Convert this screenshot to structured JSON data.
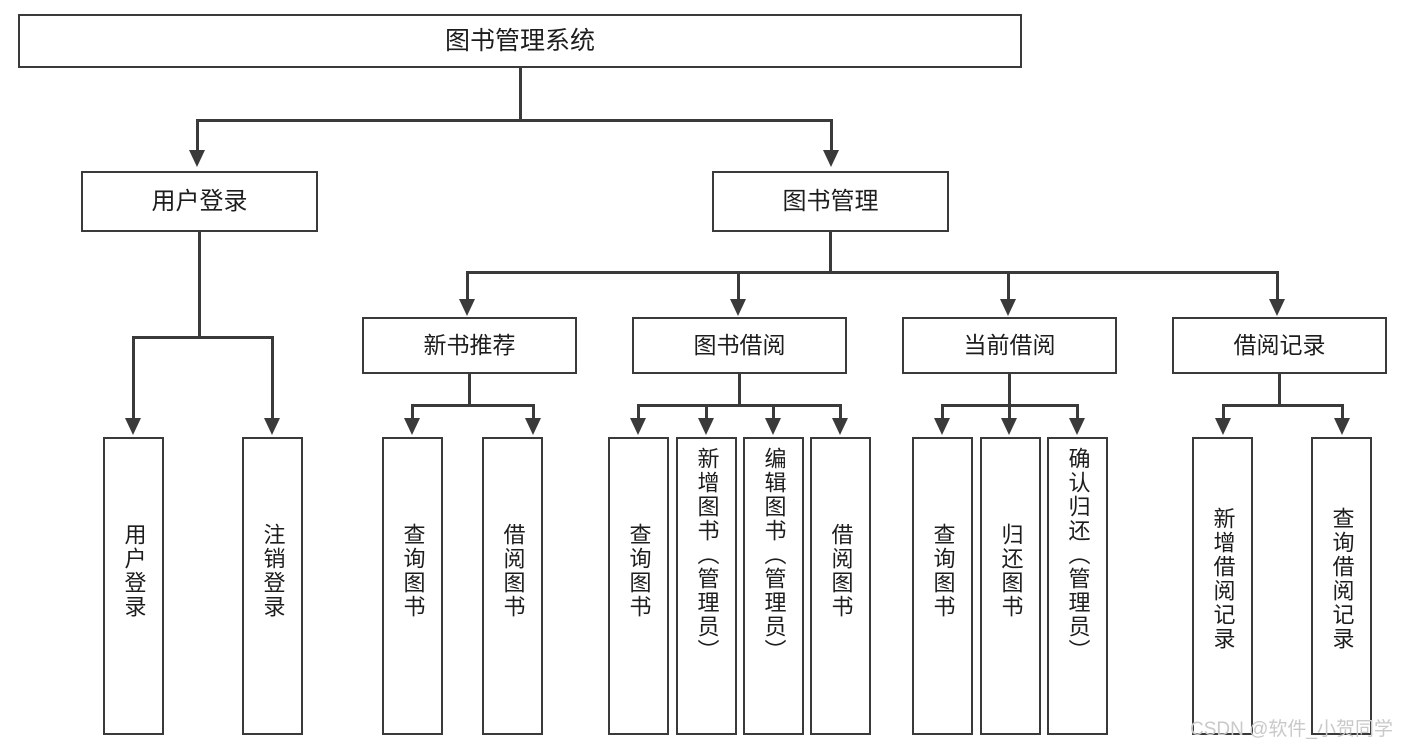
{
  "diagram": {
    "title": "图书管理系统",
    "type": "hierarchy-tree",
    "levels": 4,
    "root": {
      "label": "图书管理系统"
    },
    "level2": [
      {
        "label": "用户登录"
      },
      {
        "label": "图书管理"
      }
    ],
    "level3": [
      {
        "label": "新书推荐",
        "parent": "图书管理"
      },
      {
        "label": "图书借阅",
        "parent": "图书管理"
      },
      {
        "label": "当前借阅",
        "parent": "图书管理"
      },
      {
        "label": "借阅记录",
        "parent": "图书管理"
      }
    ],
    "leaves": {
      "user_login": [
        {
          "label": "用户登录"
        },
        {
          "label": "注销登录"
        }
      ],
      "new_book_recommend": [
        {
          "label": "查询图书"
        },
        {
          "label": "借阅图书"
        }
      ],
      "book_borrow": [
        {
          "label": "查询图书"
        },
        {
          "label": "新增图书（管理员）"
        },
        {
          "label": "编辑图书（管理员）"
        },
        {
          "label": "借阅图书"
        }
      ],
      "current_borrow": [
        {
          "label": "查询图书"
        },
        {
          "label": "归还图书"
        },
        {
          "label": "确认归还（管理员）"
        }
      ],
      "borrow_records": [
        {
          "label": "新增借阅记录"
        },
        {
          "label": "查询借阅记录"
        }
      ]
    }
  },
  "watermark": {
    "text": "CSDN @软件_小贺同学"
  },
  "colors": {
    "stroke": "#3a3a3a",
    "fill": "#ffffff",
    "text": "#1d1d1d",
    "watermark": "#c9c9c9"
  }
}
